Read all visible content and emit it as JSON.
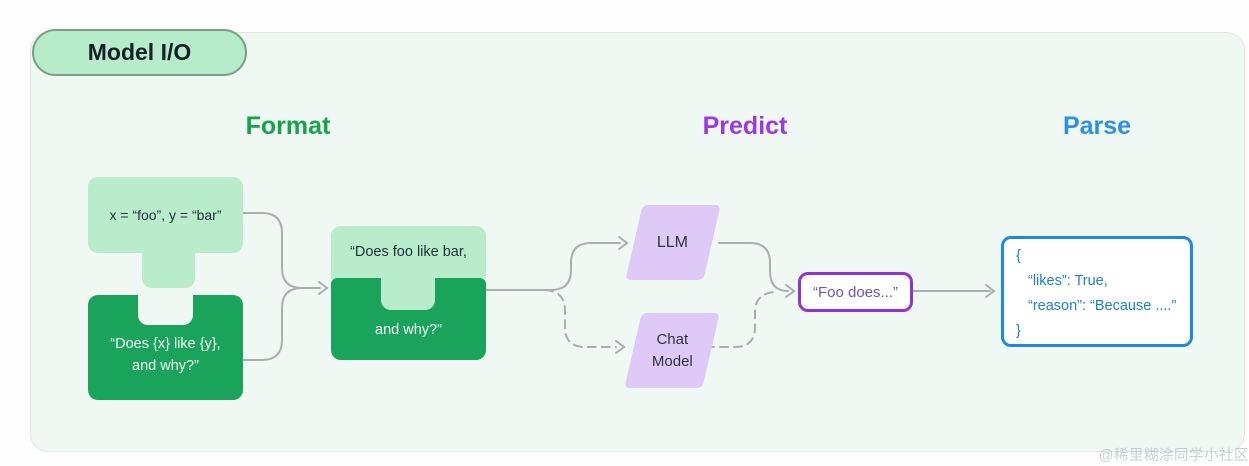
{
  "badge": {
    "label": "Model I/O"
  },
  "columns": {
    "format": {
      "label": "Format"
    },
    "predict": {
      "label": "Predict"
    },
    "parse": {
      "label": "Parse"
    }
  },
  "format_section": {
    "variables_piece": {
      "text": "x = “foo”, y = “bar”"
    },
    "template_piece": {
      "line1": "“Does {x} like {y},",
      "line2": "and why?”"
    },
    "combined_piece": {
      "line1": "“Does foo like bar,",
      "line2": "and why?”"
    }
  },
  "predict_section": {
    "llm": {
      "label": "LLM"
    },
    "chat_model": {
      "line1": "Chat",
      "line2": "Model"
    },
    "output": {
      "text": "“Foo does...”"
    }
  },
  "parse_section": {
    "json_lines": [
      "{",
      "“likes”: True,",
      "“reason”: “Because ....”",
      "}"
    ]
  },
  "watermark": {
    "text": "@稀里糊涂同学小社区"
  },
  "colors": {
    "format_green": "#16a34a",
    "predict_purple": "#9b3ae3",
    "parse_blue": "#2e8ee8",
    "light_piece_fill": "#b8ecca",
    "dark_piece_fill": "#19a35b",
    "model_fill": "#dfc9f7",
    "output_border": "#9132d8",
    "parse_border": "#1f88e4",
    "connector_gray": "#a9aeb3"
  }
}
